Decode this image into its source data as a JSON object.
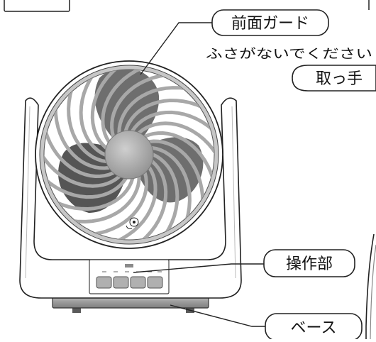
{
  "callouts": {
    "front_guard": "前面ガード",
    "warning": "ふさがないでください",
    "handle": "取っ手",
    "control_panel": "操作部",
    "base": "ベース"
  },
  "colors": {
    "line": "#222222",
    "guard_ring": "#b5b5b5",
    "blade": "#767676",
    "blade_dark": "#555555",
    "hub": "#a9a9a9",
    "button": "#b0b0b0",
    "base_bar": "#8f8f8f",
    "background": "#ffffff"
  },
  "icons": {
    "led": "indicator-led-icon",
    "buttons": "control-button-icon"
  }
}
